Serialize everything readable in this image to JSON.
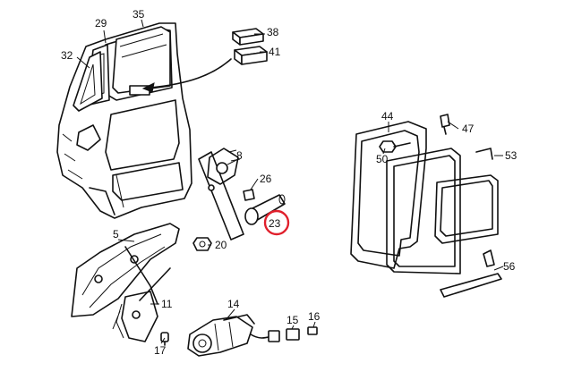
{
  "callouts": {
    "c5": "5",
    "c8": "8",
    "c11": "11",
    "c14": "14",
    "c15": "15",
    "c16": "16",
    "c17": "17",
    "c20": "20",
    "c23": "23",
    "c26": "26",
    "c29": "29",
    "c32": "32",
    "c35": "35",
    "c38": "38",
    "c41": "41",
    "c44": "44",
    "c47": "47",
    "c50": "50",
    "c53": "53",
    "c56": "56"
  },
  "highlight": {
    "target": "23",
    "color": "#e0202c"
  }
}
